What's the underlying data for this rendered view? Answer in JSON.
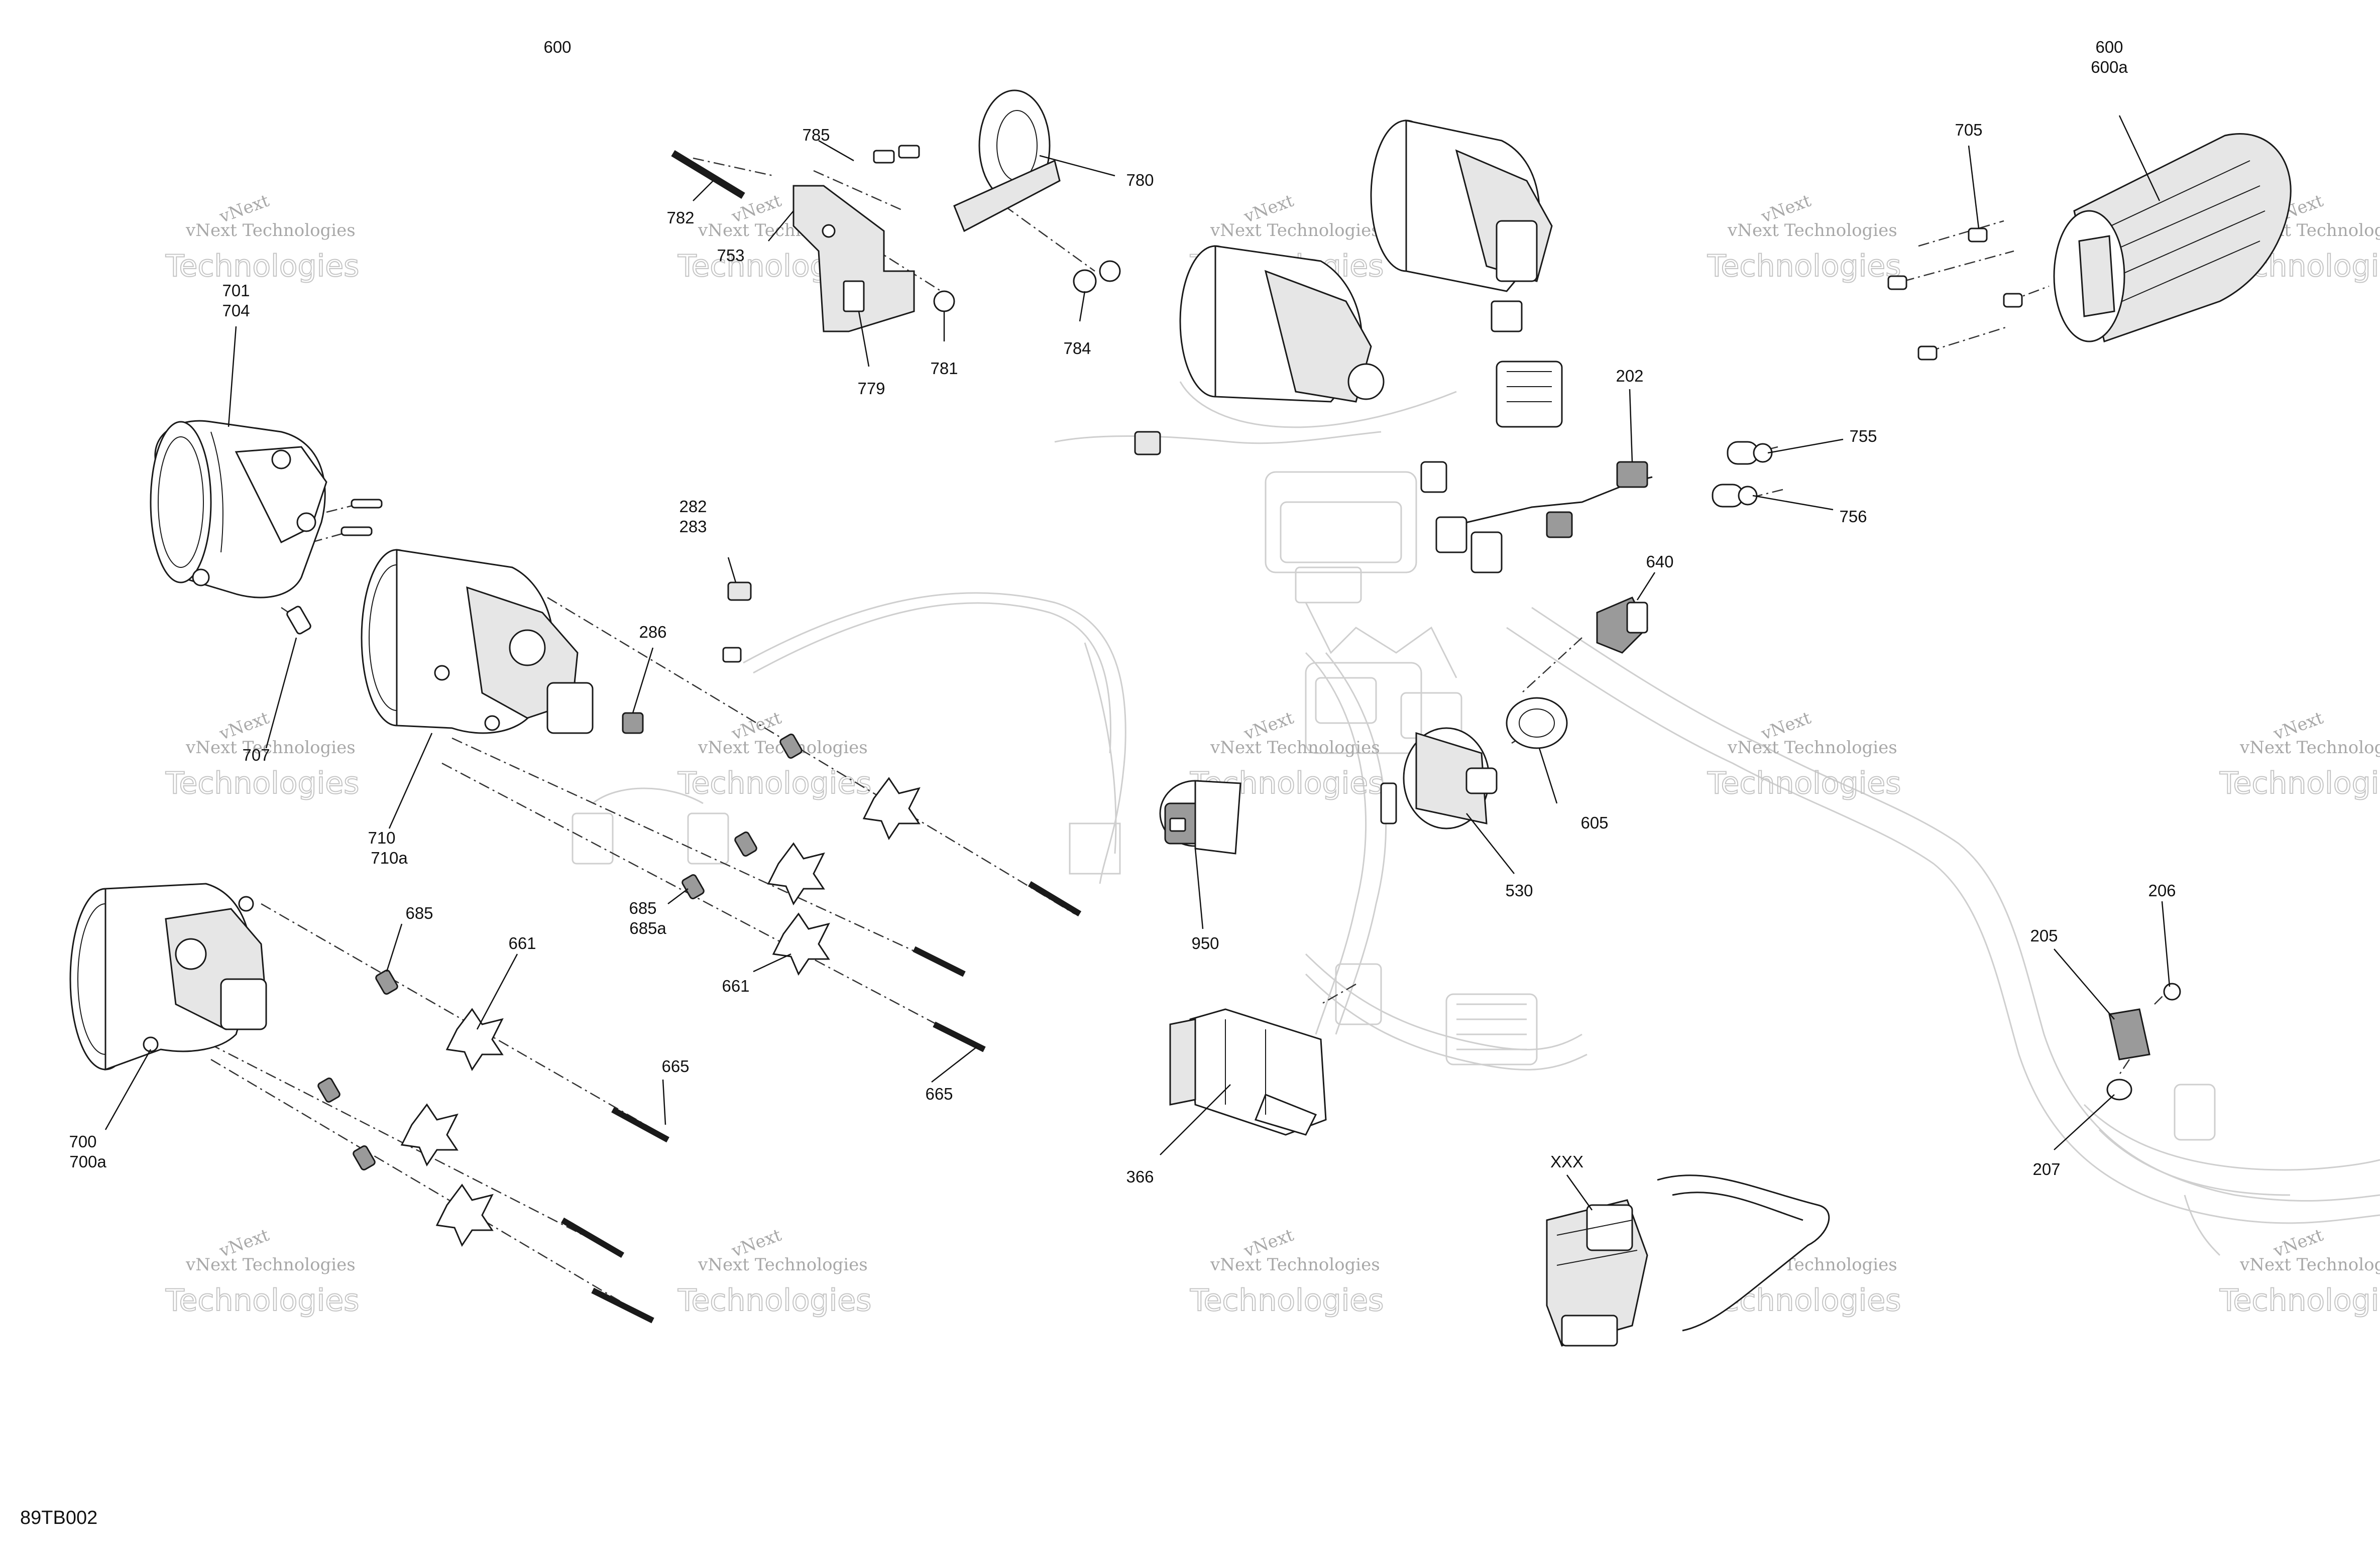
{
  "diagram_code": "89TB002",
  "watermark": {
    "line1": "vNext Technologies",
    "line2": "Technologies",
    "arc": "vNext"
  },
  "callouts": {
    "c_600": "600",
    "c_600a": "600a",
    "c_705": "705",
    "c_785": "785",
    "c_780": "780",
    "c_782": "782",
    "c_753": "753",
    "c_779": "779",
    "c_781": "781",
    "c_784": "784",
    "c_701": "701",
    "c_704": "704",
    "c_202": "202",
    "c_755": "755",
    "c_756": "756",
    "c_282": "282",
    "c_283": "283",
    "c_286": "286",
    "c_640": "640",
    "c_605": "605",
    "c_530": "530",
    "c_707": "707",
    "c_710": "710",
    "c_710a": "710a",
    "c_950": "950",
    "c_685": "685",
    "c_685b": "685",
    "c_685a": "685a",
    "c_661": "661",
    "c_661b": "661",
    "c_665": "665",
    "c_665b": "665",
    "c_700": "700",
    "c_700a": "700a",
    "c_366": "366",
    "c_xxx": "XXX",
    "c_206": "206",
    "c_205": "205",
    "c_207": "207"
  }
}
